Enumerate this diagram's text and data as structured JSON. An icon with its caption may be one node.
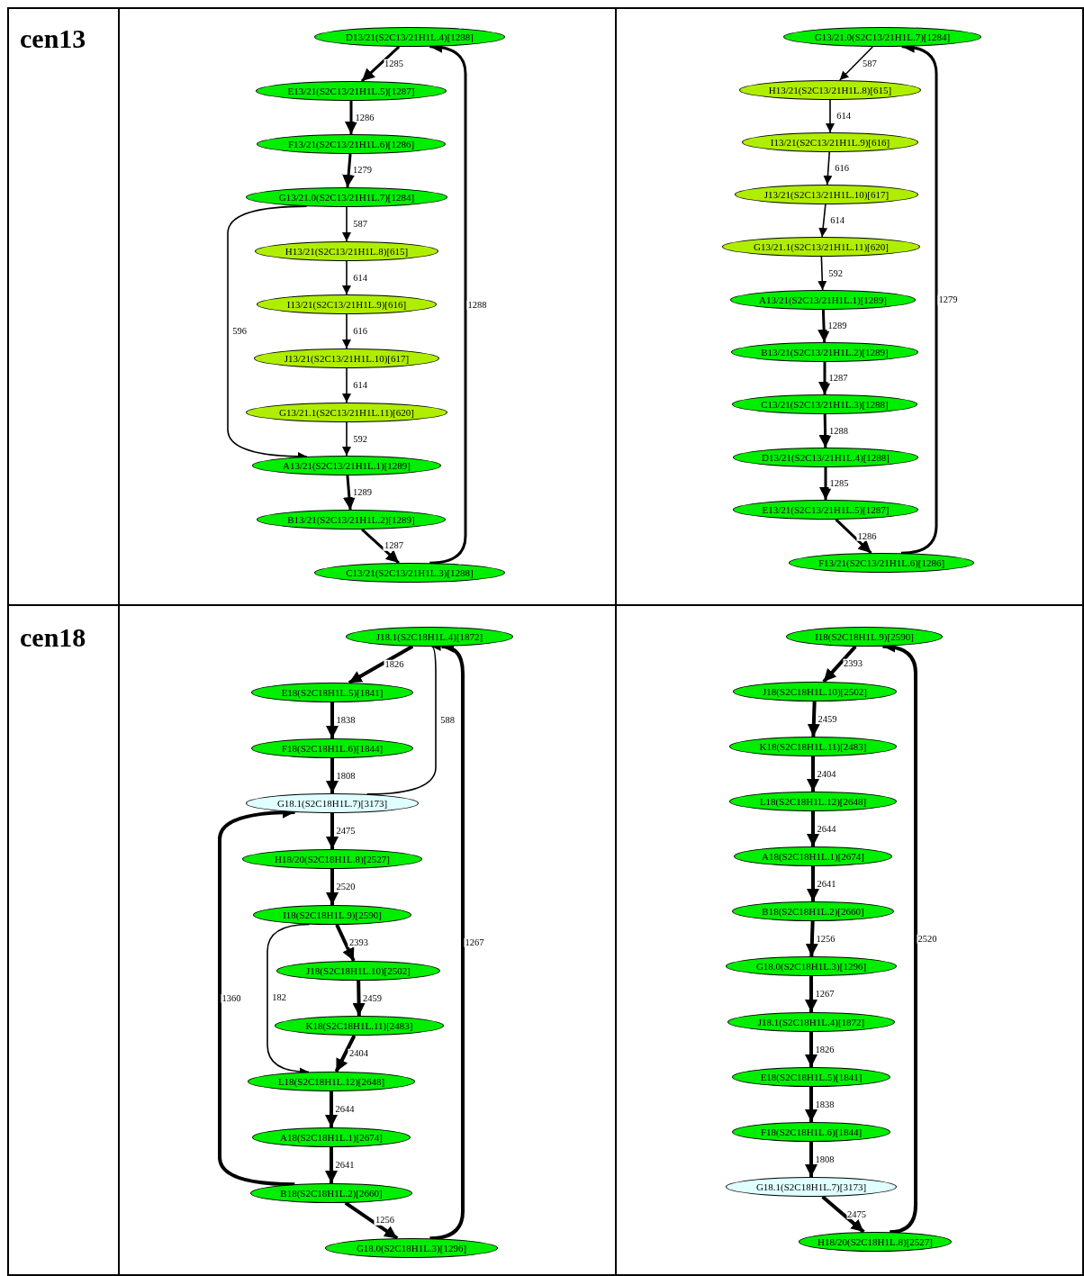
{
  "diagram": {
    "nodes": [
      {
        "text": [
          "D13/21(S2C13/21H1L.4)[1288]"
        ]
      },
      {
        "text": [
          "E13/21(S2C13/21H1L.5)[1287]"
        ]
      },
      {
        "text": [
          "F13/21(S2C13/21H1L.6)[1286]"
        ]
      },
      {
        "text": [
          "G13/21.0(S2C13/21H1L.7)[1284]"
        ]
      },
      {
        "text": [
          "H13/21(S2C13/21H1L.8)[615]"
        ]
      },
      {
        "text": [
          "I13/21(S2C13/21H1L.9)[616]"
        ]
      },
      {
        "text": [
          "J13/21(S2C13/21H1L.10)[617]"
        ]
      },
      {
        "text": [
          "G13/21.1(S2C13/21H1L.11)[620]"
        ]
      },
      {
        "text": [
          "A13/21(S2C13/21H1L.1)[1289]"
        ]
      },
      {
        "text": [
          "B13/21(S2C13/21H1L.2)[1289]"
        ]
      },
      {
        "text": [
          "C13/21(S2C13/21H1L.3)[1288]"
        ]
      },
      {
        "text": [
          "G13/21.0(S2C13/21H1L.7)[1284]"
        ]
      },
      {
        "text": [
          "H13/21(S2C13/21H1L.8)[615]"
        ]
      },
      {
        "text": [
          "I13/21(S2C13/21H1L.9)[616]"
        ]
      },
      {
        "text": [
          "J13/21(S2C13/21H1L.10)[617]"
        ]
      },
      {
        "text": [
          "G13/21.1(S2C13/21H1L.11)[620]"
        ]
      },
      {
        "text": [
          "A13/21(S2C13/21H1L.1)[1289]"
        ]
      },
      {
        "text": [
          "B13/21(S2C13/21H1L.2)[1289]"
        ]
      },
      {
        "text": [
          "C13/21(S2C13/21H1L.3)[1288]"
        ]
      },
      {
        "text": [
          "D13/21(S2C13/21H1L.4)[1288]"
        ]
      },
      {
        "text": [
          "E13/21(S2C13/21H1L.5)[1287]"
        ]
      },
      {
        "text": [
          "F13/21(S2C13/21H1L.6)[1286]"
        ]
      },
      {
        "text": [
          "J18.1(S2C18H1L.4)[1872]"
        ]
      },
      {
        "text": [
          "E18(S2C18H1L.5)[1841]"
        ]
      },
      {
        "text": [
          "F18(S2C18H1L.6)[1844]"
        ]
      },
      {
        "text": [
          "G18.1(S2C18H1L.7)[3173]"
        ]
      },
      {
        "text": [
          "H18/20(S2C18H1L.8)[2527]"
        ]
      },
      {
        "text": [
          "I18(S2C18H1L.9)[2590]"
        ]
      },
      {
        "text": [
          "J18(S2C18H1L.10)[2502]"
        ]
      },
      {
        "text": [
          "K18(S2C18H1L.11)[2483]"
        ]
      },
      {
        "text": [
          "L18(S2C18H1L.12)[2648]"
        ]
      },
      {
        "text": [
          "A18(S2C18H1L.1)[2674]"
        ]
      },
      {
        "text": [
          "B18(S2C18H1L.2)[2660]"
        ]
      },
      {
        "text": [
          "G18.0(S2C18H1L.3)[1296]"
        ]
      },
      {
        "text": [
          "I18(S2C18H1L.9)[2590]"
        ]
      },
      {
        "text": [
          "J18(S2C18H1L.10)[2502]"
        ]
      },
      {
        "text": [
          "K18(S2C18H1L.11)[2483]"
        ]
      },
      {
        "text": [
          "L18(S2C18H1L.12)[2648]"
        ]
      },
      {
        "text": [
          "A18(S2C18H1L.1)[2674]"
        ]
      },
      {
        "text": [
          "B18(S2C18H1L.2)[2660]"
        ]
      },
      {
        "text": [
          "G18.0(S2C18H1L.3)[1296]"
        ]
      },
      {
        "text": [
          "J18.1(S2C18H1L.4)[1872]"
        ]
      },
      {
        "text": [
          "E18(S2C18H1L.5)[1841]"
        ]
      },
      {
        "text": [
          "F18(S2C18H1L.6)[1844]"
        ]
      },
      {
        "text": [
          "G18.1(S2C18H1L.7)[3173]"
        ]
      },
      {
        "text": [
          "H18/20(S2C18H1L.8)[2527]"
        ]
      }
    ],
    "edges": [
      {
        "from": 0,
        "to": 1,
        "arrow": "to",
        "label": "1285"
      },
      {
        "from": 1,
        "to": 2,
        "arrow": "to",
        "label": "1286"
      },
      {
        "from": 2,
        "to": 3,
        "arrow": "to",
        "label": "1279"
      },
      {
        "from": 3,
        "to": 4,
        "arrow": "to",
        "label": "587"
      },
      {
        "from": 4,
        "to": 5,
        "arrow": "to",
        "label": "614"
      },
      {
        "from": 5,
        "to": 6,
        "arrow": "to",
        "label": "616"
      },
      {
        "from": 6,
        "to": 7,
        "arrow": "to",
        "label": "614"
      },
      {
        "from": 7,
        "to": 8,
        "arrow": "to",
        "label": "592"
      },
      {
        "from": 3,
        "to": 8,
        "arrow": "to",
        "label": "596"
      },
      {
        "from": 8,
        "to": 9,
        "arrow": "to",
        "label": "1289"
      },
      {
        "from": 9,
        "to": 10,
        "arrow": "to",
        "label": "1287"
      },
      {
        "from": 10,
        "to": 0,
        "arrow": "to",
        "label": "1288"
      },
      {
        "from": 11,
        "to": 12,
        "arrow": "to",
        "label": "587"
      },
      {
        "from": 12,
        "to": 13,
        "arrow": "to",
        "label": "614"
      },
      {
        "from": 13,
        "to": 14,
        "arrow": "to",
        "label": "616"
      },
      {
        "from": 14,
        "to": 15,
        "arrow": "to",
        "label": "614"
      },
      {
        "from": 15,
        "to": 16,
        "arrow": "to",
        "label": "592"
      },
      {
        "from": 16,
        "to": 17,
        "arrow": "to",
        "label": "1289"
      },
      {
        "from": 17,
        "to": 18,
        "arrow": "to",
        "label": "1287"
      },
      {
        "from": 18,
        "to": 19,
        "arrow": "to",
        "label": "1288"
      },
      {
        "from": 19,
        "to": 20,
        "arrow": "to",
        "label": "1285"
      },
      {
        "from": 20,
        "to": 21,
        "arrow": "to",
        "label": "1286"
      },
      {
        "from": 21,
        "to": 11,
        "arrow": "to",
        "label": "1279"
      },
      {
        "from": 22,
        "to": 23,
        "arrow": "to",
        "label": "1826"
      },
      {
        "from": 23,
        "to": 24,
        "arrow": "to",
        "label": "1838"
      },
      {
        "from": 24,
        "to": 25,
        "arrow": "to",
        "label": "1808"
      },
      {
        "from": 25,
        "to": 22,
        "arrow": "to",
        "label": "588"
      },
      {
        "from": 25,
        "to": 26,
        "arrow": "to",
        "label": "2475"
      },
      {
        "from": 26,
        "to": 27,
        "arrow": "to",
        "label": "2520"
      },
      {
        "from": 27,
        "to": 28,
        "arrow": "to",
        "label": "2393"
      },
      {
        "from": 28,
        "to": 29,
        "arrow": "to",
        "label": "2459"
      },
      {
        "from": 29,
        "to": 30,
        "arrow": "to",
        "label": "2404"
      },
      {
        "from": 27,
        "to": 30,
        "arrow": "to",
        "label": "182"
      },
      {
        "from": 30,
        "to": 31,
        "arrow": "to",
        "label": "2644"
      },
      {
        "from": 31,
        "to": 32,
        "arrow": "to",
        "label": "2641"
      },
      {
        "from": 32,
        "to": 25,
        "arrow": "to",
        "label": "1360"
      },
      {
        "from": 32,
        "to": 33,
        "arrow": "to",
        "label": "1256"
      },
      {
        "from": 33,
        "to": 22,
        "arrow": "to",
        "label": "1267"
      },
      {
        "from": 34,
        "to": 35,
        "arrow": "to",
        "label": "2393"
      },
      {
        "from": 35,
        "to": 36,
        "arrow": "to",
        "label": "2459"
      },
      {
        "from": 36,
        "to": 37,
        "arrow": "to",
        "label": "2404"
      },
      {
        "from": 37,
        "to": 38,
        "arrow": "to",
        "label": "2644"
      },
      {
        "from": 38,
        "to": 39,
        "arrow": "to",
        "label": "2641"
      },
      {
        "from": 39,
        "to": 40,
        "arrow": "to",
        "label": "1256"
      },
      {
        "from": 40,
        "to": 41,
        "arrow": "to",
        "label": "1267"
      },
      {
        "from": 41,
        "to": 42,
        "arrow": "to",
        "label": "1826"
      },
      {
        "from": 42,
        "to": 43,
        "arrow": "to",
        "label": "1838"
      },
      {
        "from": 43,
        "to": 44,
        "arrow": "to",
        "label": "1808"
      },
      {
        "from": 44,
        "to": 45,
        "arrow": "to",
        "label": "2475"
      },
      {
        "from": 45,
        "to": 34,
        "arrow": "to",
        "label": "2520"
      }
    ],
    "labels": [
      "cen13",
      "cen18"
    ]
  }
}
